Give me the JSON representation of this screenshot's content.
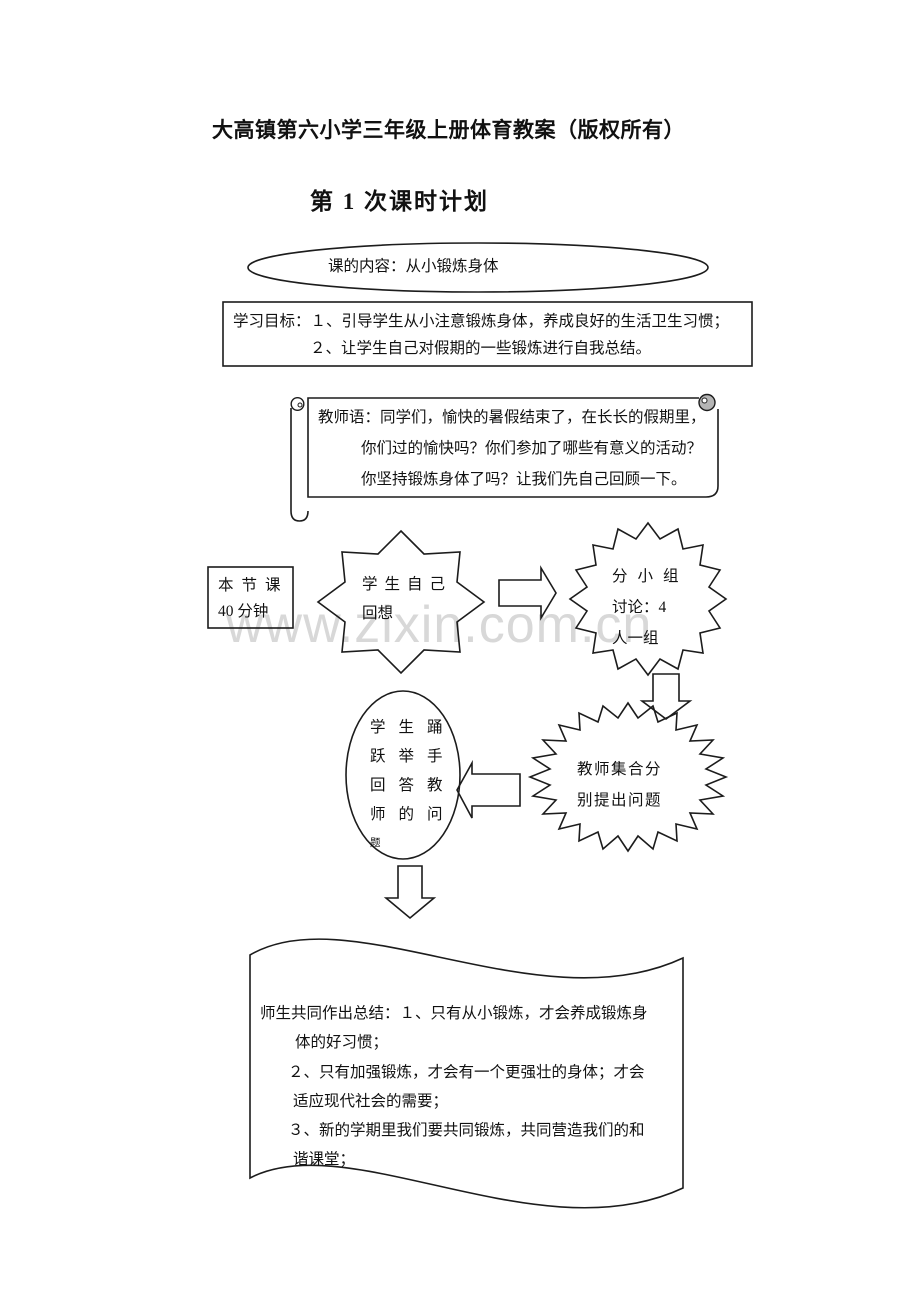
{
  "page": {
    "title": "大高镇第六小学三年级上册体育教案（版权所有）",
    "subtitle": "第 1 次课时计划",
    "watermark": "www.zixin.com.cn"
  },
  "flowchart": {
    "content_ellipse": {
      "text": "课的内容：从小锻炼身体"
    },
    "goals_box": {
      "lines": [
        "学习目标：１、引导学生从小注意锻炼身体，养成良好的生活卫生习惯；",
        "２、让学生自己对假期的一些锻炼进行自我总结。"
      ]
    },
    "teacher_scroll": {
      "lines": [
        "教师语：同学们，愉快的暑假结束了，在长长的假期里，",
        "你们过的愉快吗？你们参加了哪些有意义的活动？",
        "你坚持锻炼身体了吗？让我们先自己回顾一下。"
      ]
    },
    "duration_box": {
      "lines": [
        "本节课",
        "40 分钟"
      ]
    },
    "recall_star": {
      "lines": [
        "学生自己",
        "回想"
      ]
    },
    "group_burst": {
      "lines": [
        "分小组",
        "讨论：4",
        "人一组"
      ]
    },
    "teacher_burst": {
      "lines": [
        "教师集合分",
        "别提出问题"
      ]
    },
    "answer_ellipse": {
      "lines": [
        "学生踊",
        "跃举手",
        "回答教",
        "师的问",
        "题"
      ]
    },
    "summary_wave": {
      "lines": [
        "师生共同作出总结：１、只有从小锻炼，才会养成锻炼身",
        "体的好习惯；",
        "２、只有加强锻炼，才会有一个更强壮的身体；才会",
        "适应现代社会的需要；",
        "３、新的学期里我们要共同锻炼，共同营造我们的和",
        "谐课堂；"
      ]
    }
  },
  "colors": {
    "ink": "#1c1c1c",
    "watermark_gray": "#d8d8d8",
    "scroll_curl_gray": "#b5b5b5"
  }
}
